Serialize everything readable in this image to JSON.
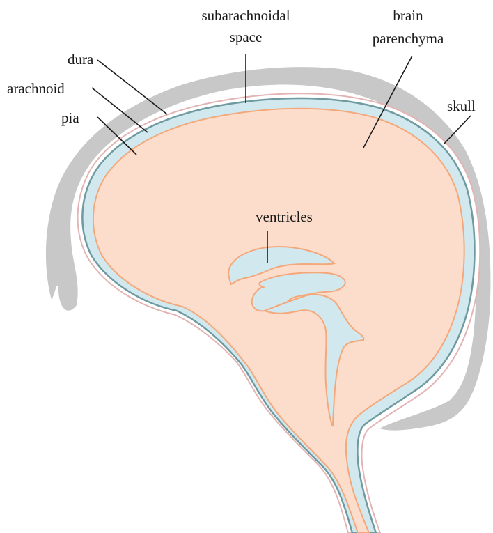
{
  "diagram": {
    "labels": {
      "subarachnoidal_line1": "subarachnoidal",
      "subarachnoidal_line2": "space",
      "brain_line1": "brain",
      "brain_line2": "parenchyma",
      "dura": "dura",
      "arachnoid": "arachnoid",
      "pia": "pia",
      "skull": "skull",
      "ventricles": "ventricles"
    },
    "colors": {
      "skull": "#c8c8c8",
      "dura": "#e2b4b4",
      "arachnoid": "#6e9aa0",
      "csf": "#d2e8ef",
      "parenchyma": "#fcdccb",
      "pia": "#f4a87a",
      "leader_lines": "#1a1a1a"
    }
  }
}
